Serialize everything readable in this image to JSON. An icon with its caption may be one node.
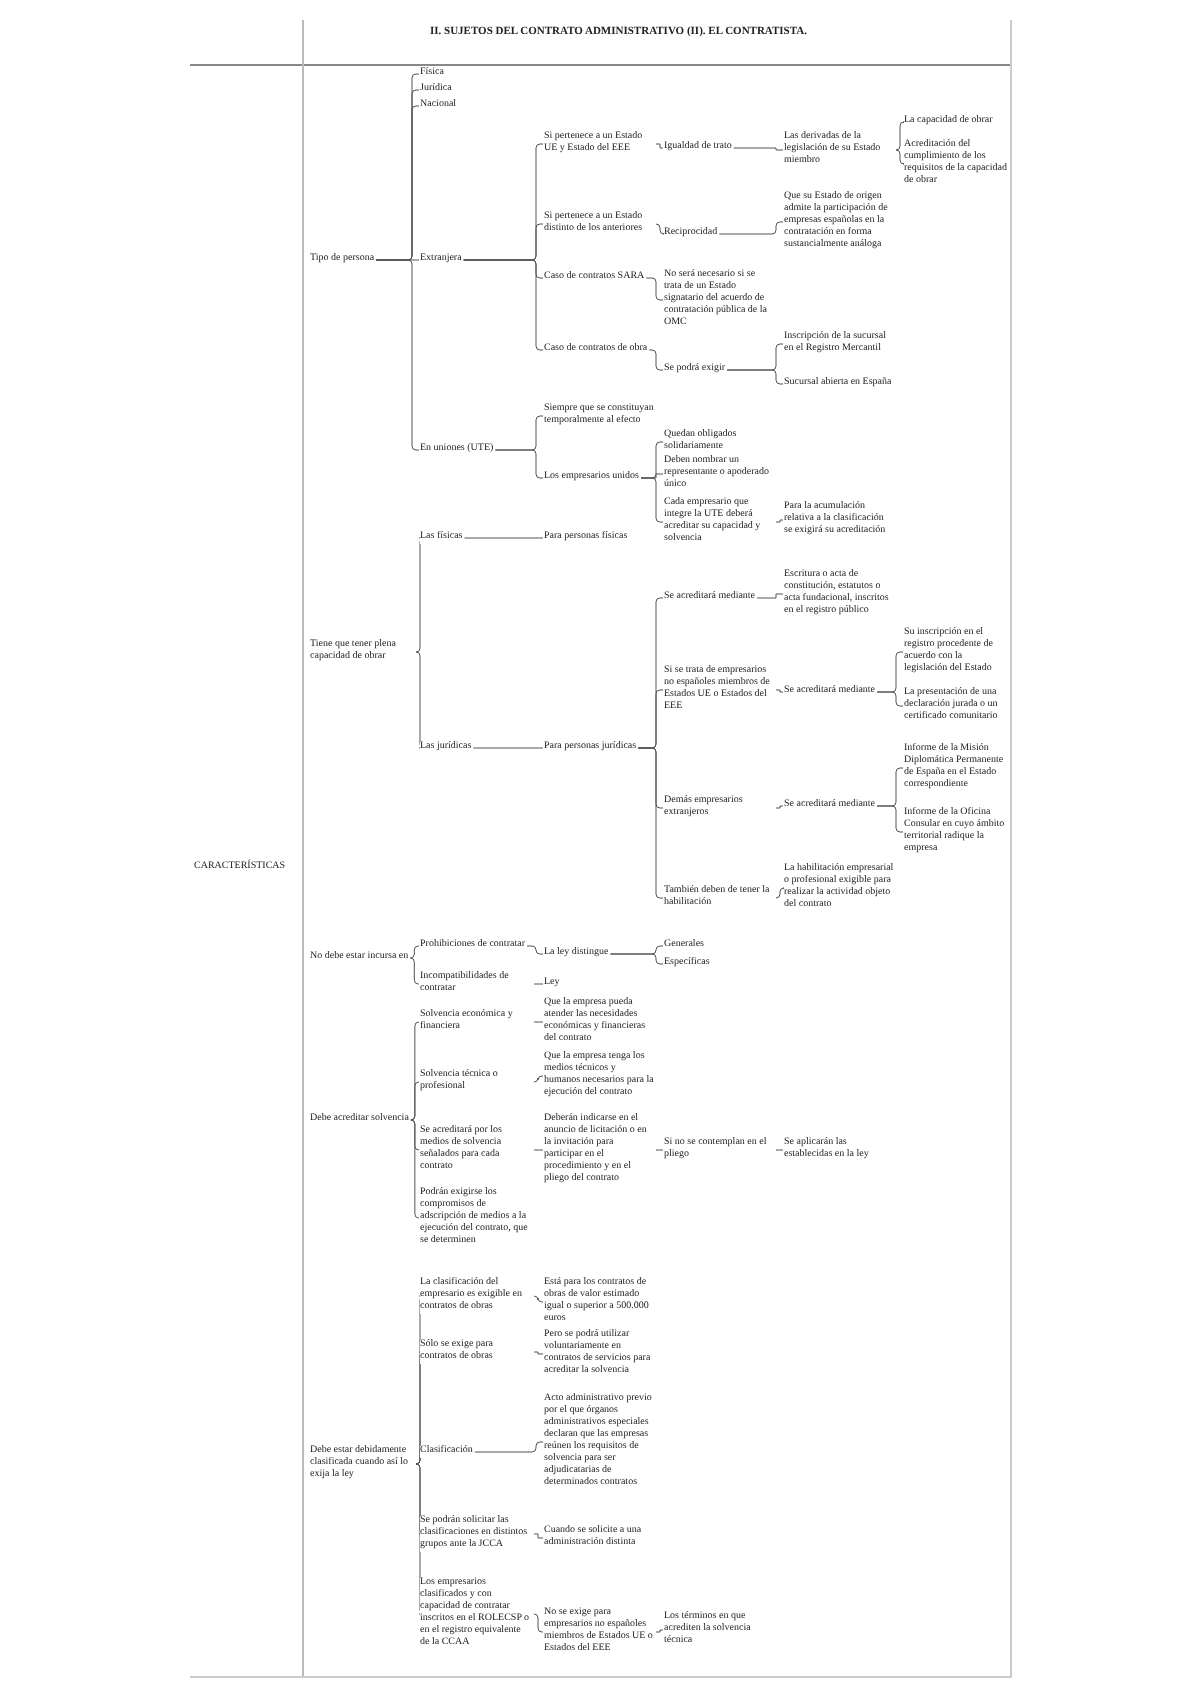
{
  "diagram": {
    "title": "II. SUJETOS DEL CONTRATO ADMINISTRATIVO (II). EL CONTRATISTA.",
    "nodes": [
      {
        "text": [
          "Tipo de persona"
        ]
      },
      {
        "text": [
          "Física"
        ]
      },
      {
        "text": [
          "Jurídica"
        ]
      },
      {
        "text": [
          "Nacional"
        ]
      },
      {
        "text": [
          "Extranjera"
        ]
      },
      {
        "text": [
          "Si pertenece a un Estado UE y Estado del EEE"
        ]
      },
      {
        "text": [
          "Igualdad de trato"
        ]
      },
      {
        "text": [
          "Las derivadas de la legislación de su Estado miembro"
        ]
      },
      {
        "text": [
          "La capacidad de obrar"
        ]
      },
      {
        "text": [
          "Acreditación del cumplimiento de los requisitos de la capacidad de obrar"
        ]
      },
      {
        "text": [
          "Si pertenece a un Estado distinto de los anteriores"
        ]
      },
      {
        "text": [
          "Reciprocidad"
        ]
      },
      {
        "text": [
          "Que su Estado de origen admite la participación de empresas españolas en la contratación en forma sustancialmente análoga"
        ]
      },
      {
        "text": [
          "Caso de contratos SARA"
        ]
      },
      {
        "text": [
          "No será necesario si se trata de un Estado signatario del acuerdo de contratación pública de la OMC"
        ]
      },
      {
        "text": [
          "Caso de contratos de obra"
        ]
      },
      {
        "text": [
          "Se podrá exigir"
        ]
      },
      {
        "text": [
          "Inscripción de la sucursal en el Registro Mercantil"
        ]
      },
      {
        "text": [
          "Sucursal abierta en España"
        ]
      },
      {
        "text": [
          "En uniones (UTE)"
        ]
      },
      {
        "text": [
          "Siempre que se constituyan temporalmente al efecto"
        ]
      },
      {
        "text": [
          "Los empresarios unidos"
        ]
      },
      {
        "text": [
          "Quedan obligados solidariamente"
        ]
      },
      {
        "text": [
          "Deben nombrar un representante o apoderado único"
        ]
      },
      {
        "text": [
          "Cada empresario que integre la UTE deberá acreditar su capacidad y solvencia"
        ]
      },
      {
        "text": [
          "Para la acumulación relativa a la clasificación se exigirá su acreditación"
        ]
      },
      {
        "text": [
          "Tiene que tener plena capacidad de obrar"
        ]
      },
      {
        "text": [
          "Las físicas"
        ]
      },
      {
        "text": [
          "Para personas físicas"
        ]
      },
      {
        "text": [
          "Las jurídicas"
        ]
      },
      {
        "text": [
          "Para personas jurídicas"
        ]
      },
      {
        "text": [
          "Se acreditará mediante"
        ]
      },
      {
        "text": [
          "Escritura o acta de constitución, estatutos o acta fundacional, inscritos en el registro público"
        ]
      },
      {
        "text": [
          "Si se trata de empresarios no españoles miembros de Estados UE o Estados del EEE"
        ]
      },
      {
        "text": [
          "Se acreditará mediante"
        ]
      },
      {
        "text": [
          "Su inscripción en el registro procedente de acuerdo con la legislación del Estado"
        ]
      },
      {
        "text": [
          "La presentación de una declaración jurada o un certificado comunitario"
        ]
      },
      {
        "text": [
          "Demás empresarios extranjeros"
        ]
      },
      {
        "text": [
          "Se acreditará mediante"
        ]
      },
      {
        "text": [
          "Informe de la Misión Diplomática Permanente de España en el Estado correspondiente"
        ]
      },
      {
        "text": [
          "Informe de la Oficina Consular en cuyo ámbito territorial radique la empresa"
        ]
      },
      {
        "text": [
          "También deben de tener la habilitación"
        ]
      },
      {
        "text": [
          "La habilitación empresarial o profesional exigible para realizar la actividad objeto del contrato"
        ]
      },
      {
        "text": [
          "No debe estar incursa en"
        ]
      },
      {
        "text": [
          "Prohibiciones de contratar"
        ]
      },
      {
        "text": [
          "La ley distingue"
        ]
      },
      {
        "text": [
          "Generales"
        ]
      },
      {
        "text": [
          "Específicas"
        ]
      },
      {
        "text": [
          "Incompatibilidades de contratar"
        ]
      },
      {
        "text": [
          "Ley"
        ]
      },
      {
        "text": [
          "Debe acreditar solvencia"
        ]
      },
      {
        "text": [
          "Solvencia económica y financiera"
        ]
      },
      {
        "text": [
          "Que la empresa pueda atender las necesidades económicas y financieras del contrato"
        ]
      },
      {
        "text": [
          "Solvencia técnica o profesional"
        ]
      },
      {
        "text": [
          "Que la empresa tenga los medios técnicos y humanos necesarios para la ejecución del contrato"
        ]
      },
      {
        "text": [
          "Se acreditará por los medios de solvencia señalados para cada contrato"
        ]
      },
      {
        "text": [
          "Deberán indicarse en el anuncio de licitación o en la invitación para participar en el procedimiento y en el pliego del contrato"
        ]
      },
      {
        "text": [
          "Si no se contemplan en el pliego"
        ]
      },
      {
        "text": [
          "Se aplicarán las establecidas en la ley"
        ]
      },
      {
        "text": [
          "Podrán exigirse los compromisos de adscripción de medios a la ejecución del contrato, que se determinen"
        ]
      },
      {
        "text": [
          "Debe estar debidamente clasificada cuando así lo exija la ley"
        ]
      },
      {
        "text": [
          "La clasificación del empresario es exigible en contratos de obras"
        ]
      },
      {
        "text": [
          "Está para los contratos de obras de valor estimado igual o superior a 500.000 euros"
        ]
      },
      {
        "text": [
          "Sólo se exige para contratos de obras"
        ]
      },
      {
        "text": [
          "Pero se podrá utilizar voluntariamente en contratos de servicios para acreditar la solvencia"
        ]
      },
      {
        "text": [
          "Clasificación"
        ]
      },
      {
        "text": [
          "Acto administrativo previo por el que órganos administrativos especiales declaran que las empresas reúnen los requisitos de solvencia para ser adjudicatarias de determinados contratos"
        ]
      },
      {
        "text": [
          "Se podrán solicitar las clasificaciones en distintos grupos ante la JCCA"
        ]
      },
      {
        "text": [
          "Cuando se solicite a una administración distinta"
        ]
      },
      {
        "text": [
          "Los empresarios clasificados y con capacidad de contratar inscritos en el ROLECSP o en el registro equivalente de la CCAA"
        ]
      },
      {
        "text": [
          "No se exige para empresarios no españoles miembros de Estados UE o Estados del EEE"
        ]
      },
      {
        "text": [
          "Los términos en que acrediten la solvencia técnica"
        ]
      }
    ],
    "edges": [
      {
        "from": 0,
        "to": 1,
        "arrow": "none"
      },
      {
        "from": 0,
        "to": 2,
        "arrow": "none"
      },
      {
        "from": 0,
        "to": 3,
        "arrow": "none"
      },
      {
        "from": 0,
        "to": 4,
        "arrow": "none"
      },
      {
        "from": 0,
        "to": 19,
        "arrow": "none"
      },
      {
        "from": 4,
        "to": 5,
        "arrow": "none"
      },
      {
        "from": 4,
        "to": 10,
        "arrow": "none"
      },
      {
        "from": 4,
        "to": 13,
        "arrow": "none"
      },
      {
        "from": 4,
        "to": 15,
        "arrow": "none"
      },
      {
        "from": 5,
        "to": 6,
        "arrow": "none"
      },
      {
        "from": 6,
        "to": 7,
        "arrow": "none"
      },
      {
        "from": 7,
        "to": 8,
        "arrow": "none"
      },
      {
        "from": 7,
        "to": 9,
        "arrow": "none"
      },
      {
        "from": 10,
        "to": 11,
        "arrow": "none"
      },
      {
        "from": 11,
        "to": 12,
        "arrow": "none"
      },
      {
        "from": 13,
        "to": 14,
        "arrow": "none"
      },
      {
        "from": 15,
        "to": 16,
        "arrow": "none"
      },
      {
        "from": 16,
        "to": 17,
        "arrow": "none"
      },
      {
        "from": 16,
        "to": 18,
        "arrow": "none"
      },
      {
        "from": 19,
        "to": 20,
        "arrow": "none"
      },
      {
        "from": 19,
        "to": 21,
        "arrow": "none"
      },
      {
        "from": 21,
        "to": 22,
        "arrow": "none"
      },
      {
        "from": 21,
        "to": 23,
        "arrow": "none"
      },
      {
        "from": 21,
        "to": 24,
        "arrow": "none"
      },
      {
        "from": 24,
        "to": 25,
        "arrow": "none"
      },
      {
        "from": 26,
        "to": 27,
        "arrow": "none"
      },
      {
        "from": 26,
        "to": 29,
        "arrow": "none"
      },
      {
        "from": 27,
        "to": 28,
        "arrow": "none"
      },
      {
        "from": 29,
        "to": 30,
        "arrow": "none"
      },
      {
        "from": 30,
        "to": 31,
        "arrow": "none"
      },
      {
        "from": 30,
        "to": 33,
        "arrow": "none"
      },
      {
        "from": 30,
        "to": 37,
        "arrow": "none"
      },
      {
        "from": 30,
        "to": 41,
        "arrow": "none"
      },
      {
        "from": 31,
        "to": 32,
        "arrow": "none"
      },
      {
        "from": 33,
        "to": 34,
        "arrow": "none"
      },
      {
        "from": 34,
        "to": 35,
        "arrow": "none"
      },
      {
        "from": 34,
        "to": 36,
        "arrow": "none"
      },
      {
        "from": 37,
        "to": 38,
        "arrow": "none"
      },
      {
        "from": 38,
        "to": 39,
        "arrow": "none"
      },
      {
        "from": 38,
        "to": 40,
        "arrow": "none"
      },
      {
        "from": 41,
        "to": 42,
        "arrow": "none"
      },
      {
        "from": 43,
        "to": 44,
        "arrow": "none"
      },
      {
        "from": 43,
        "to": 48,
        "arrow": "none"
      },
      {
        "from": 44,
        "to": 45,
        "arrow": "none"
      },
      {
        "from": 45,
        "to": 46,
        "arrow": "none"
      },
      {
        "from": 45,
        "to": 47,
        "arrow": "none"
      },
      {
        "from": 48,
        "to": 49,
        "arrow": "none"
      },
      {
        "from": 50,
        "to": 51,
        "arrow": "none"
      },
      {
        "from": 50,
        "to": 53,
        "arrow": "none"
      },
      {
        "from": 50,
        "to": 55,
        "arrow": "none"
      },
      {
        "from": 50,
        "to": 59,
        "arrow": "none"
      },
      {
        "from": 51,
        "to": 52,
        "arrow": "none"
      },
      {
        "from": 53,
        "to": 54,
        "arrow": "none"
      },
      {
        "from": 55,
        "to": 56,
        "arrow": "none"
      },
      {
        "from": 56,
        "to": 57,
        "arrow": "none"
      },
      {
        "from": 57,
        "to": 58,
        "arrow": "none"
      },
      {
        "from": 60,
        "to": 61,
        "arrow": "none"
      },
      {
        "from": 60,
        "to": 63,
        "arrow": "none"
      },
      {
        "from": 60,
        "to": 65,
        "arrow": "none"
      },
      {
        "from": 60,
        "to": 67,
        "arrow": "none"
      },
      {
        "from": 60,
        "to": 69,
        "arrow": "none"
      },
      {
        "from": 61,
        "to": 62,
        "arrow": "none"
      },
      {
        "from": 63,
        "to": 64,
        "arrow": "none"
      },
      {
        "from": 65,
        "to": 66,
        "arrow": "none"
      },
      {
        "from": 67,
        "to": 68,
        "arrow": "none"
      },
      {
        "from": 69,
        "to": 70,
        "arrow": "none"
      },
      {
        "from": 70,
        "to": 71,
        "arrow": "none"
      }
    ],
    "labels": [
      "CARACTERÍSTICAS"
    ]
  }
}
